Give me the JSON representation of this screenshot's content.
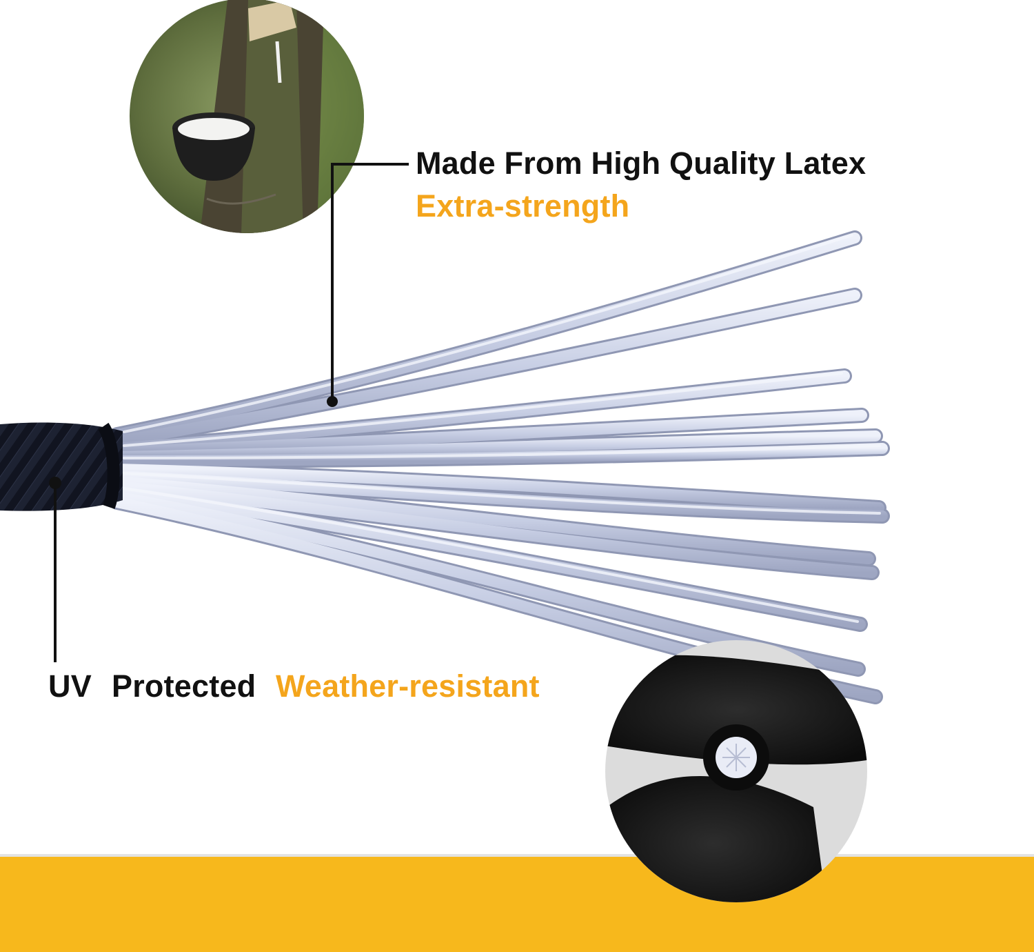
{
  "callouts": {
    "top": {
      "title": "Made From High Quality Latex",
      "subtitle": "Extra-strength"
    },
    "bottom": {
      "label_uv": "UV",
      "label_protected": "Protected",
      "label_weather": "Weather-resistant"
    }
  },
  "colors": {
    "accent": "#f4a51c",
    "text": "#111111",
    "band": "#f7b81c",
    "latex": "#c9d0e6"
  },
  "images": {
    "top_inset": "latex-tapping-photo",
    "bottom_inset": "cord-cross-section-photo",
    "main": "bungee-cord-strands"
  }
}
